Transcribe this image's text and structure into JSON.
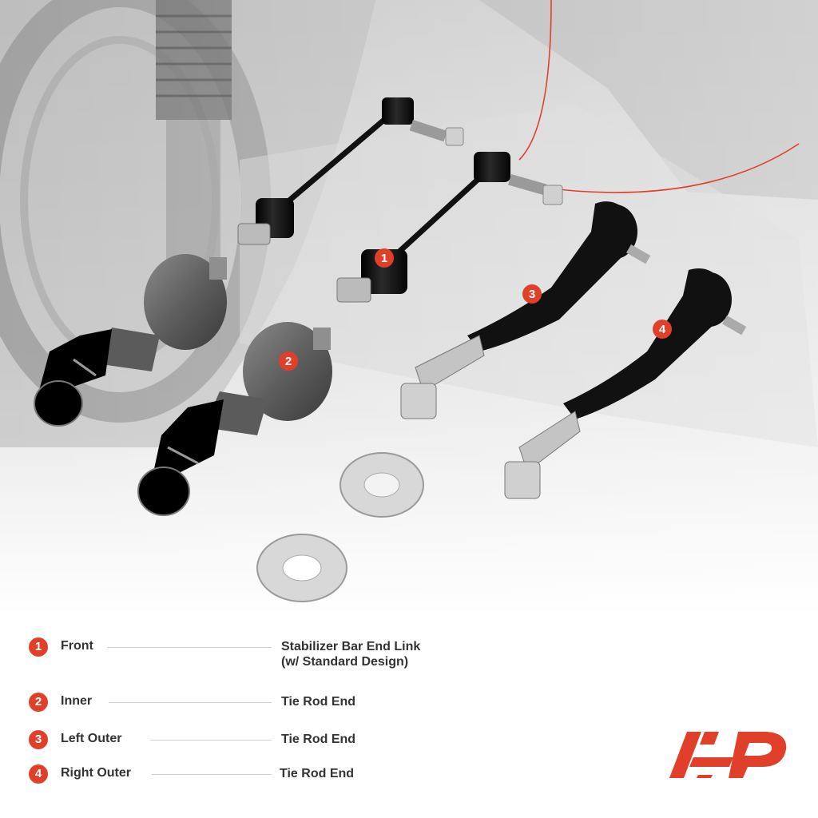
{
  "colors": {
    "accent": "#e0402a",
    "text": "#333333",
    "parts": "#111111",
    "steel": "#b9b9b9"
  },
  "image": {
    "alt": "Product photo of stabilizer bar end links and tie rod ends over a grey vehicle suspension background"
  },
  "callouts": [
    "1",
    "2",
    "3",
    "4"
  ],
  "legend": [
    {
      "num": "1",
      "label": "Front",
      "desc1": "Stabilizer Bar End Link",
      "desc2": "(w/ Standard Design)"
    },
    {
      "num": "2",
      "label": "Inner",
      "desc1": "Tie Rod End",
      "desc2": ""
    },
    {
      "num": "3",
      "label": "Left Outer",
      "desc1": "Tie Rod End",
      "desc2": ""
    },
    {
      "num": "4",
      "label": "Right Outer",
      "desc1": "Tie Rod End",
      "desc2": ""
    }
  ],
  "logo": {
    "name": "brand-logo"
  }
}
